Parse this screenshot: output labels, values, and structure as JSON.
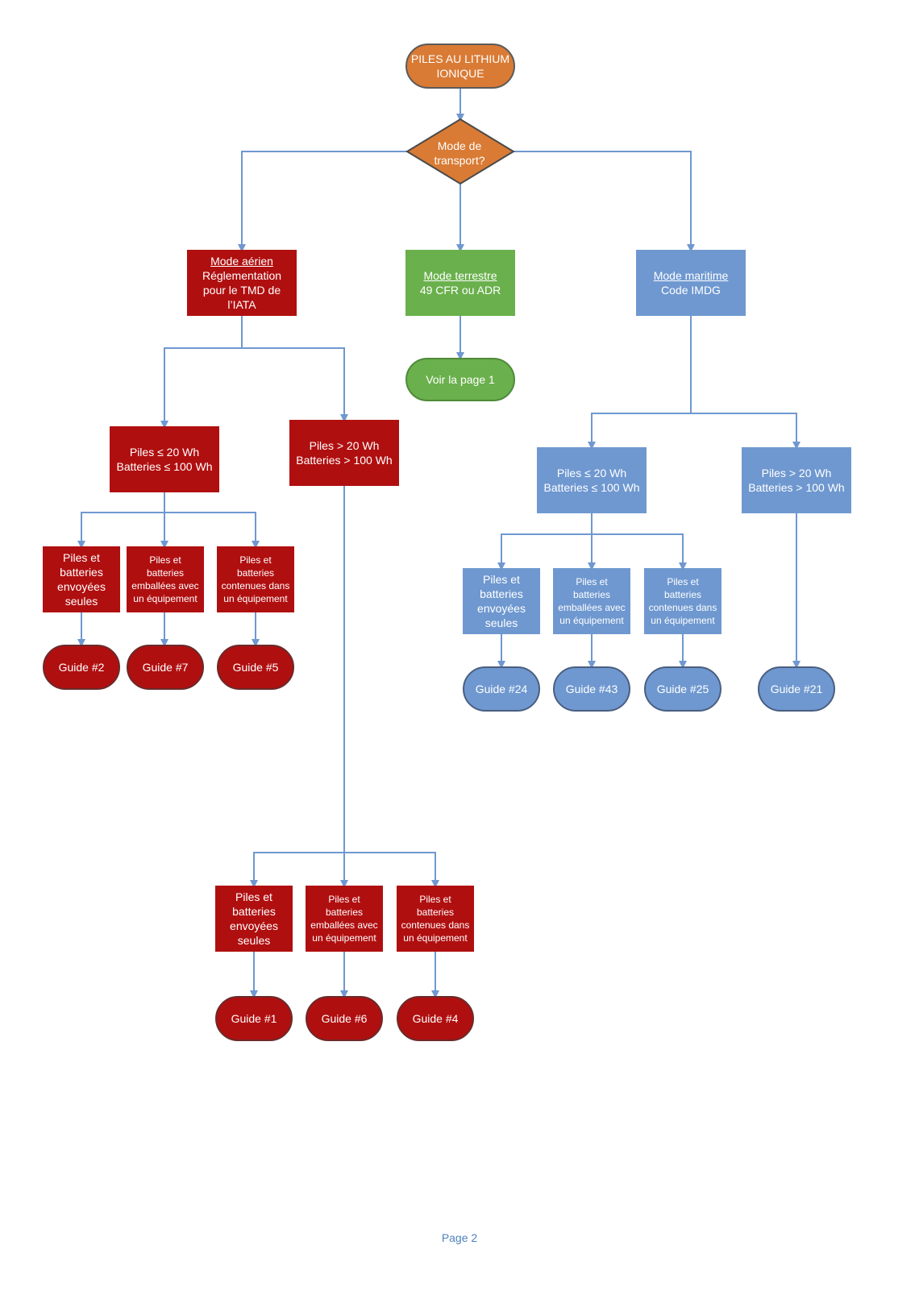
{
  "colors": {
    "red": "#b00f10",
    "green": "#6ab04c",
    "blue": "#6f98d0",
    "orange": "#d97b35",
    "connector": "#6f98d0"
  },
  "start": {
    "line1": "PILES AU LITHIUM",
    "line2": "IONIQUE"
  },
  "decision": {
    "line1": "Mode de",
    "line2": "transport?"
  },
  "air": {
    "title": "Mode aérien",
    "line1": "Réglementation",
    "line2": "pour le TMD de",
    "line3": "l’IATA",
    "low": {
      "line1": "Piles ≤ 20 Wh",
      "line2": "Batteries ≤ 100 Wh"
    },
    "high": {
      "line1": "Piles > 20 Wh",
      "line2": "Batteries > 100 Wh"
    },
    "low_children": [
      {
        "lines": [
          "Piles et",
          "batteries",
          "envoyées",
          "seules"
        ],
        "guide": "Guide #2"
      },
      {
        "lines": [
          "Piles et",
          "batteries",
          "emballées avec",
          "un équipement"
        ],
        "guide": "Guide #7"
      },
      {
        "lines": [
          "Piles et",
          "batteries",
          "contenues dans",
          "un équipement"
        ],
        "guide": "Guide #5"
      }
    ],
    "high_children": [
      {
        "lines": [
          "Piles et",
          "batteries",
          "envoyées",
          "seules"
        ],
        "guide": "Guide #1"
      },
      {
        "lines": [
          "Piles et",
          "batteries",
          "emballées avec",
          "un équipement"
        ],
        "guide": "Guide #6"
      },
      {
        "lines": [
          "Piles et",
          "batteries",
          "contenues dans",
          "un équipement"
        ],
        "guide": "Guide #4"
      }
    ]
  },
  "ground": {
    "title": "Mode terrestre",
    "line1": "49 CFR ou ADR",
    "result": "Voir la page 1"
  },
  "sea": {
    "title": "Mode maritime",
    "line1": "Code IMDG",
    "low": {
      "line1": "Piles ≤ 20 Wh",
      "line2": "Batteries ≤ 100 Wh"
    },
    "high": {
      "line1": "Piles > 20 Wh",
      "line2": "Batteries > 100 Wh"
    },
    "low_children": [
      {
        "lines": [
          "Piles et",
          "batteries",
          "envoyées",
          "seules"
        ],
        "guide": "Guide #24"
      },
      {
        "lines": [
          "Piles et",
          "batteries",
          "emballées avec",
          "un équipement"
        ],
        "guide": "Guide #43"
      },
      {
        "lines": [
          "Piles et",
          "batteries",
          "contenues dans",
          "un équipement"
        ],
        "guide": "Guide #25"
      }
    ],
    "high_guide": "Guide #21"
  },
  "footer": "Page 2"
}
